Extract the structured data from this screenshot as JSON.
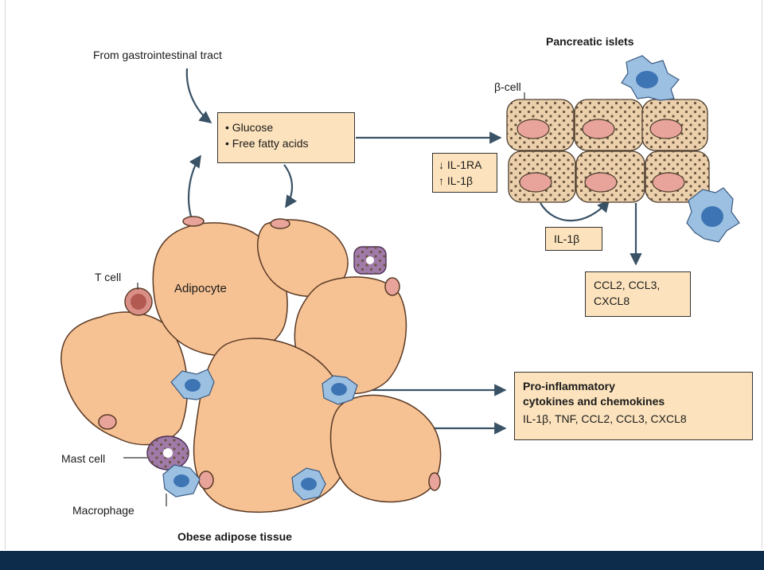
{
  "diagram": {
    "labels": {
      "source": "From gastrointestinal tract",
      "pancreatic_islets": "Pancreatic islets",
      "beta_cell": "β-cell",
      "t_cell": "T cell",
      "adipocyte": "Adipocyte",
      "mast_cell": "Mast cell",
      "macrophage": "Macrophage",
      "tissue": "Obese adipose tissue"
    },
    "nutrients": [
      "• Glucose",
      "• Free fatty acids"
    ],
    "islet_signals": [
      "↓ IL-1RA",
      "↑ IL-1β"
    ],
    "autocrine": "IL-1β",
    "chemokines": [
      "CCL2, CCL3,",
      "CXCL8"
    ],
    "proinflammatory": {
      "title_line1": "Pro-inflammatory",
      "title_line2": "cytokines and chemokines",
      "list": "IL-1β, TNF, CCL2, CCL3, CXCL8"
    }
  },
  "colors": {
    "box_fill": "#fde3bd",
    "adipocyte": "#f6c193",
    "islet_cell": "#ecd0ac",
    "macrophage": "#9cc0e2",
    "mast_cell": "#a07aa8",
    "t_cell": "#d98f85",
    "footer": "#0d2c4c"
  }
}
